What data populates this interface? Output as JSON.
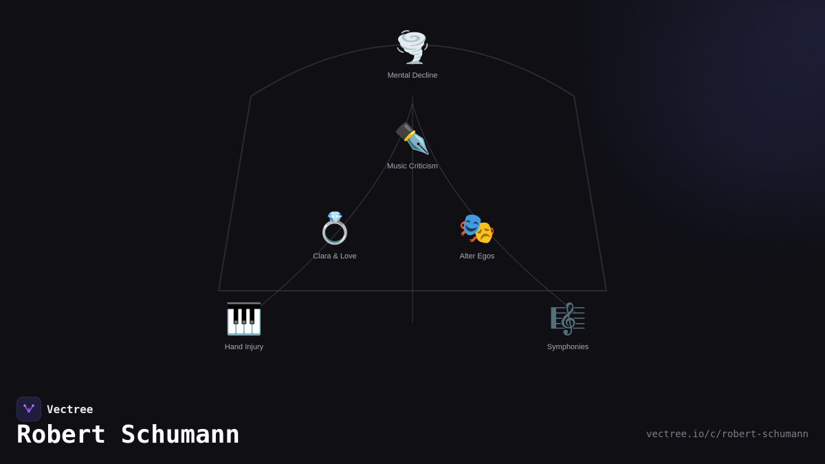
{
  "brand": {
    "name": "Vectree"
  },
  "page": {
    "title": "Robert Schumann",
    "url": "vectree.io/c/robert-schumann"
  },
  "nodes": [
    {
      "id": "mental-decline",
      "label": "Mental Decline",
      "icon": "tornado-icon",
      "glyph": "🌪️"
    },
    {
      "id": "music-criticism",
      "label": "Music Criticism",
      "icon": "fountain-pen-icon",
      "glyph": "✒️"
    },
    {
      "id": "clara-love",
      "label": "Clara & Love",
      "icon": "ring-icon",
      "glyph": "💍"
    },
    {
      "id": "alter-egos",
      "label": "Alter Egos",
      "icon": "theater-masks-icon",
      "glyph": "🎭"
    },
    {
      "id": "hand-injury",
      "label": "Hand Injury",
      "icon": "piano-keys-icon",
      "glyph": "🎹"
    },
    {
      "id": "symphonies",
      "label": "Symphonies",
      "icon": "musical-score-icon",
      "glyph": "🎼"
    }
  ],
  "colors": {
    "background": "#0f0f14",
    "accent": "#8b5cf6",
    "outline": "#2a2a30"
  }
}
